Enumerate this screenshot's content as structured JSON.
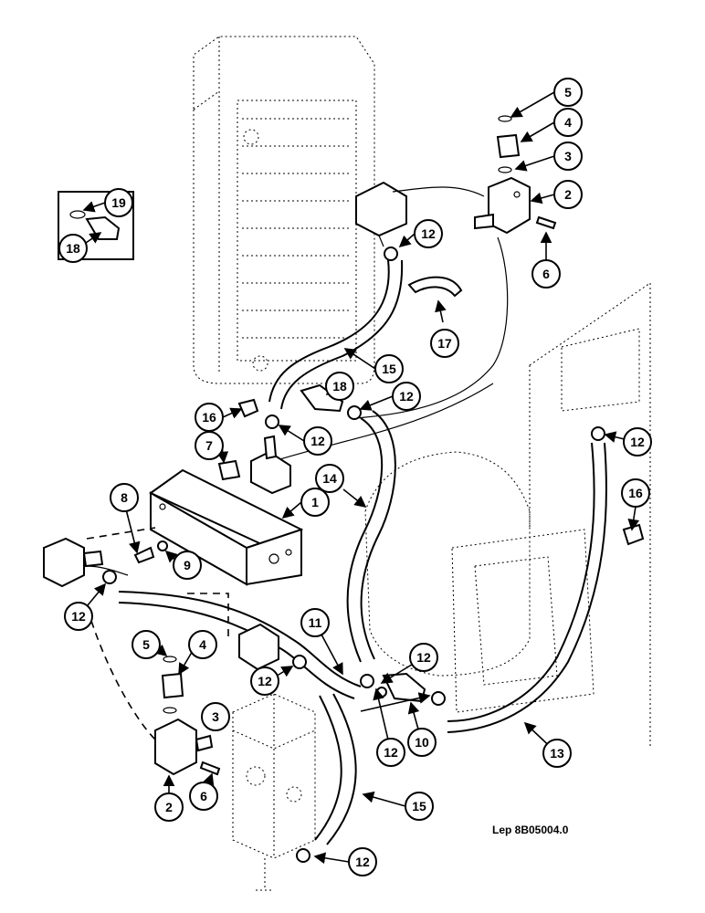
{
  "reference": "Lep 8B05004.0",
  "callouts": {
    "c5a": "5",
    "c4a": "4",
    "c3a": "3",
    "c2a": "2",
    "c6a": "6",
    "c19": "19",
    "c18a": "18",
    "c12a": "12",
    "c17": "17",
    "c15a": "15",
    "c16a": "16",
    "c12b": "12",
    "c18b": "18",
    "c12c": "12",
    "c7": "7",
    "c12d": "12",
    "c14": "14",
    "c1": "1",
    "c8": "8",
    "c9": "9",
    "c16b": "16",
    "c12e": "12",
    "c11": "11",
    "c12f": "12",
    "c5b": "5",
    "c4b": "4",
    "c12g": "12",
    "c3b": "3",
    "c12h": "12",
    "c10": "10",
    "c13": "13",
    "c2b": "2",
    "c6b": "6",
    "c15b": "15",
    "c12i": "12"
  }
}
